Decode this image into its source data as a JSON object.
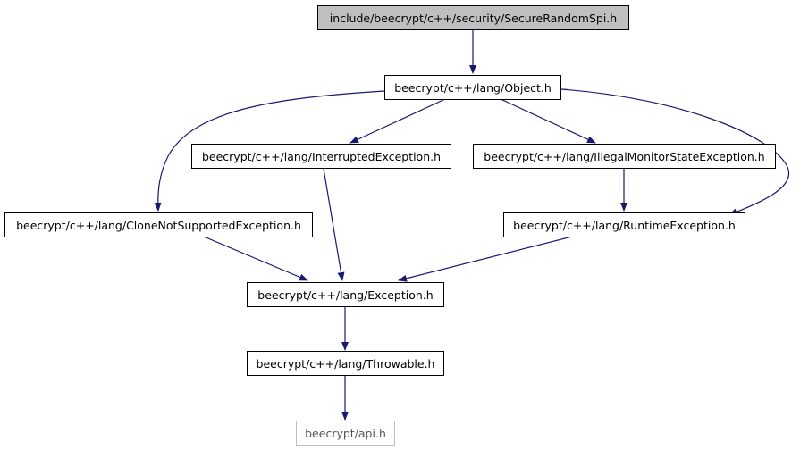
{
  "nodes": {
    "root": "include/beecrypt/c++/security/SecureRandomSpi.h",
    "object": "beecrypt/c++/lang/Object.h",
    "interrupted": "beecrypt/c++/lang/InterruptedException.h",
    "illegal_monitor": "beecrypt/c++/lang/IllegalMonitorStateException.h",
    "clone_not_supported": "beecrypt/c++/lang/CloneNotSupportedException.h",
    "runtime": "beecrypt/c++/lang/RuntimeException.h",
    "exception": "beecrypt/c++/lang/Exception.h",
    "throwable": "beecrypt/c++/lang/Throwable.h",
    "api": "beecrypt/api.h"
  },
  "colors": {
    "edge": "#191970",
    "node_border": "#000000",
    "root_fill": "#bfbfbf",
    "external_border": "#bfbfbf"
  }
}
